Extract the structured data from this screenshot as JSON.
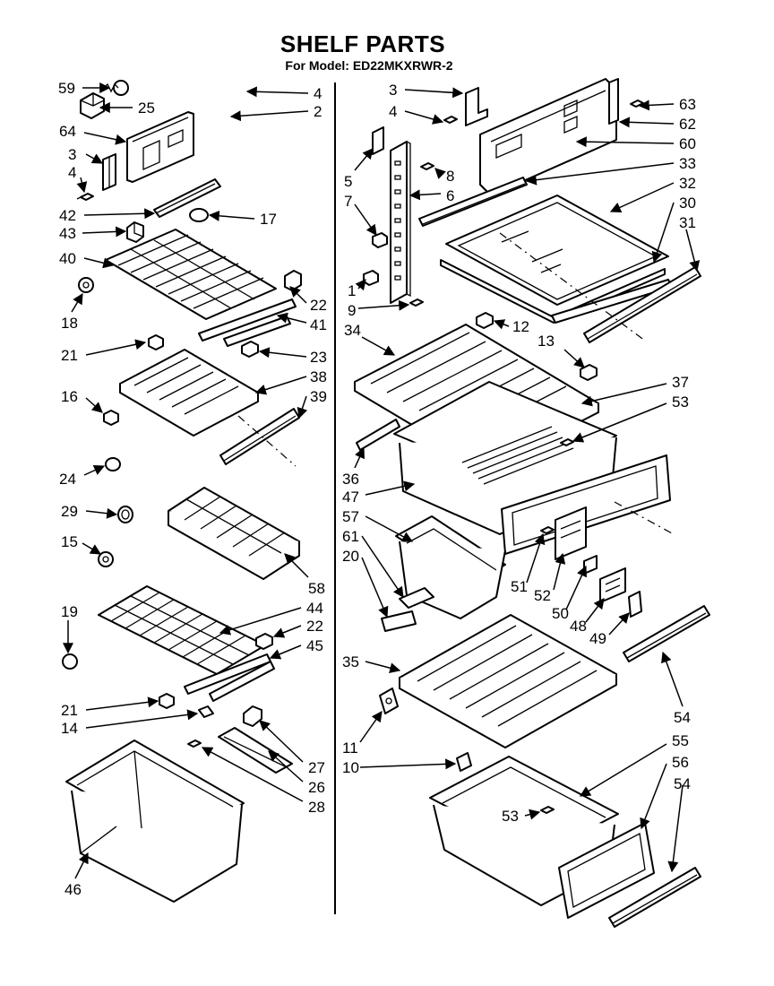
{
  "header": {
    "title": "SHELF PARTS",
    "subtitle": "For Model: ED22MKXRWR-2"
  },
  "callouts": {
    "left": [
      "59",
      "25",
      "64",
      "3",
      "4",
      "42",
      "43",
      "40",
      "18",
      "21",
      "16",
      "24",
      "29",
      "15",
      "19",
      "21",
      "14",
      "46",
      "4",
      "2",
      "17",
      "22",
      "41",
      "23",
      "38",
      "39",
      "58",
      "44",
      "22",
      "45",
      "27",
      "26",
      "28"
    ],
    "right": [
      "3",
      "4",
      "5",
      "7",
      "1",
      "9",
      "8",
      "6",
      "34",
      "36",
      "47",
      "57",
      "61",
      "20",
      "35",
      "11",
      "10",
      "63",
      "62",
      "60",
      "33",
      "32",
      "30",
      "31",
      "12",
      "13",
      "37",
      "53",
      "51",
      "52",
      "50",
      "48",
      "49",
      "54",
      "55",
      "56",
      "54",
      "53"
    ]
  }
}
